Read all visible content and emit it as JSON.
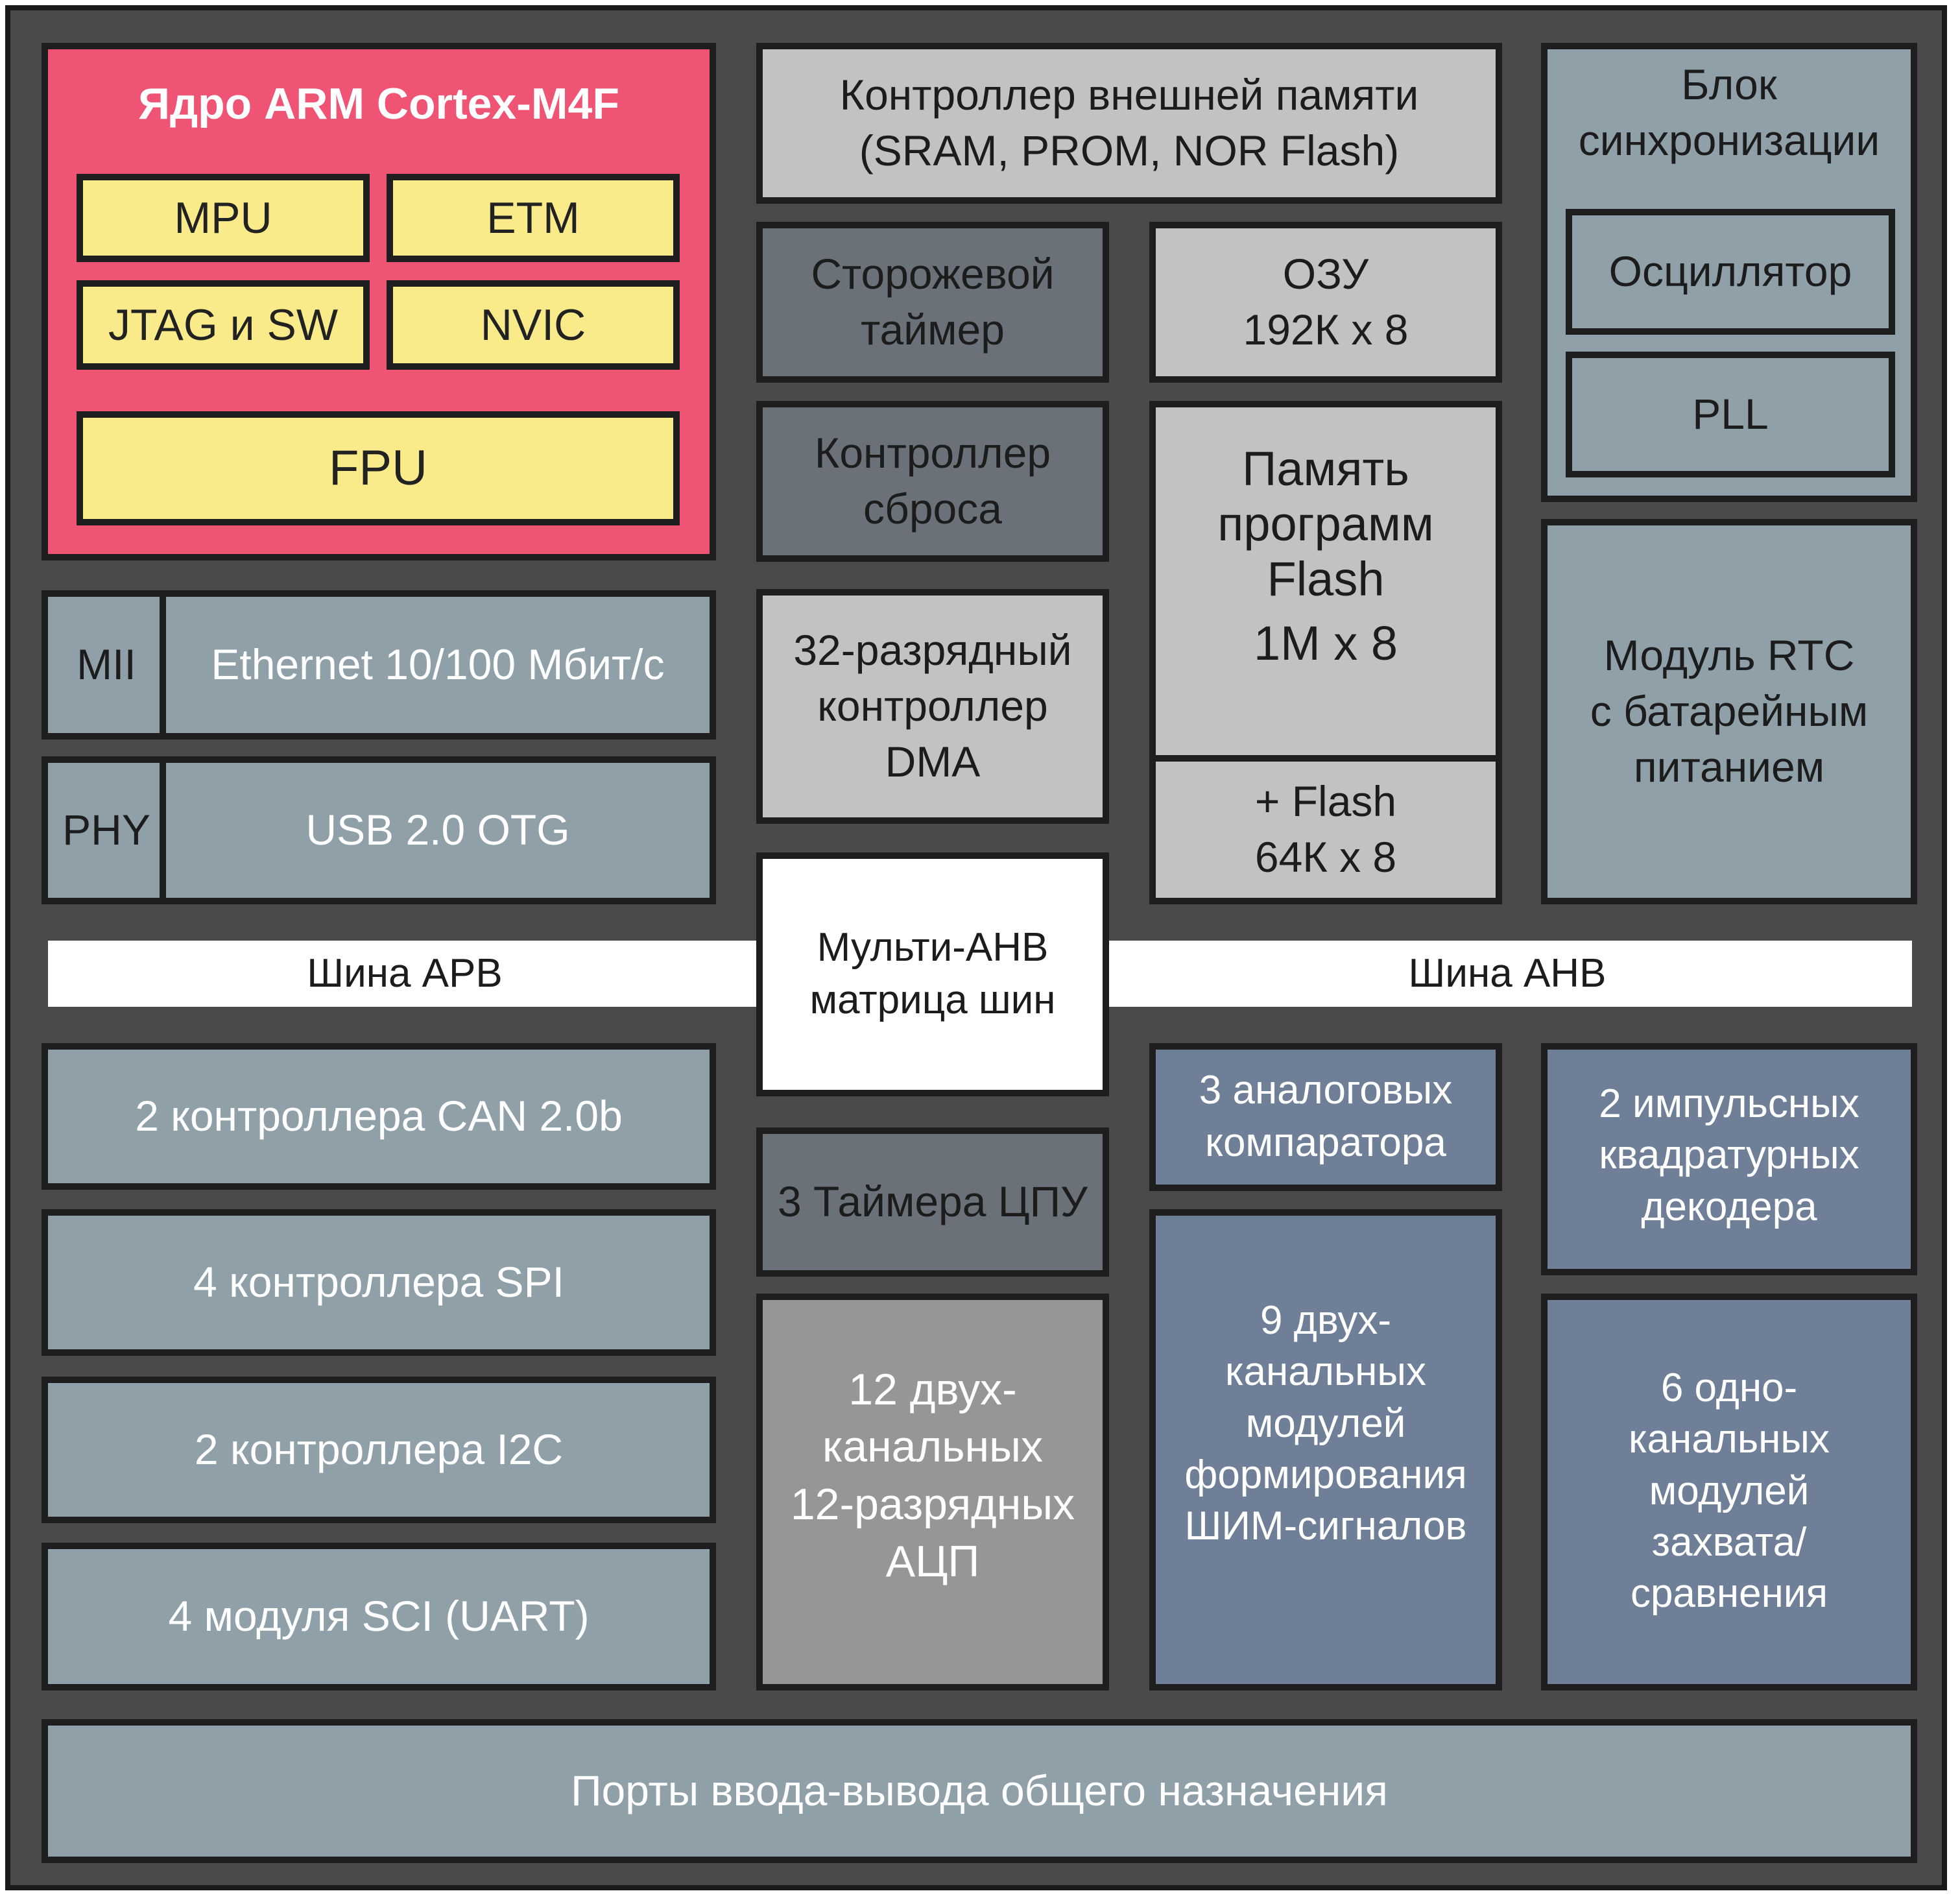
{
  "core": {
    "title": "Ядро ARM Cortex-M4F",
    "mpu": "MPU",
    "etm": "ETM",
    "jtag": "JTAG и SW",
    "nvic": "NVIC",
    "fpu": "FPU"
  },
  "ext_mem": [
    "Контроллер внешней памяти",
    "(SRAM, PROM, NOR Flash)"
  ],
  "clock": {
    "title": [
      "Блок",
      "синхронизации"
    ],
    "osc": "Осциллятор",
    "pll": "PLL"
  },
  "watchdog": [
    "Сторожевой",
    "таймер"
  ],
  "ram": [
    "ОЗУ",
    "192К x 8"
  ],
  "reset": [
    "Контроллер",
    "сброса"
  ],
  "flash": [
    "Память",
    "программ",
    "Flash",
    "1M x 8"
  ],
  "flash_extra": [
    "+ Flash",
    "64К x 8"
  ],
  "dma": [
    "32-разрядный",
    "контроллер",
    "DMA"
  ],
  "rtc": [
    "Модуль RTC",
    "с батарейным",
    "питанием"
  ],
  "mii": "MII",
  "ethernet": "Ethernet 10/100 Мбит/с",
  "phy": "PHY",
  "usb": "USB 2.0 OTG",
  "matrix": [
    "Мульти-AHB",
    "матрица шин"
  ],
  "apb": "Шина APB",
  "ahb": "Шина AHB",
  "can": "2 контроллера  CAN 2.0b",
  "spi": "4 контроллера SPI",
  "i2c": "2 контроллера I2C",
  "sci": "4 модуля SCI (UART)",
  "timers": "3 Таймера ЦПУ",
  "adc": [
    "12 двух-",
    "канальных",
    "12-разрядных",
    "АЦП"
  ],
  "comparators": [
    "3 аналоговых",
    "компаратора"
  ],
  "pwm": [
    "9 двух-",
    "канальных",
    "модулей",
    "формирования",
    "ШИМ-сигналов"
  ],
  "qep": [
    "2 импульсных",
    "квадратурных",
    "декодера"
  ],
  "capture": [
    "6 одно-",
    "канальных",
    "модулей",
    "захвата/",
    "сравнения"
  ],
  "gpio": "Порты ввода-вывода общего назначения"
}
